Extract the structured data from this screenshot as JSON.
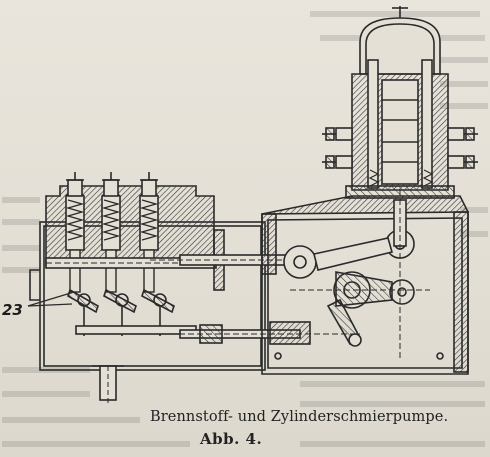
{
  "figure": {
    "callout_number": "23",
    "caption": "Brennstoff- und Zylinderschmierpumpe.",
    "figure_number": "Abb. 4."
  },
  "colors": {
    "ink": "#2a2a2a",
    "hatch": "#3a3a3a",
    "paper": "#e4e0d6"
  }
}
